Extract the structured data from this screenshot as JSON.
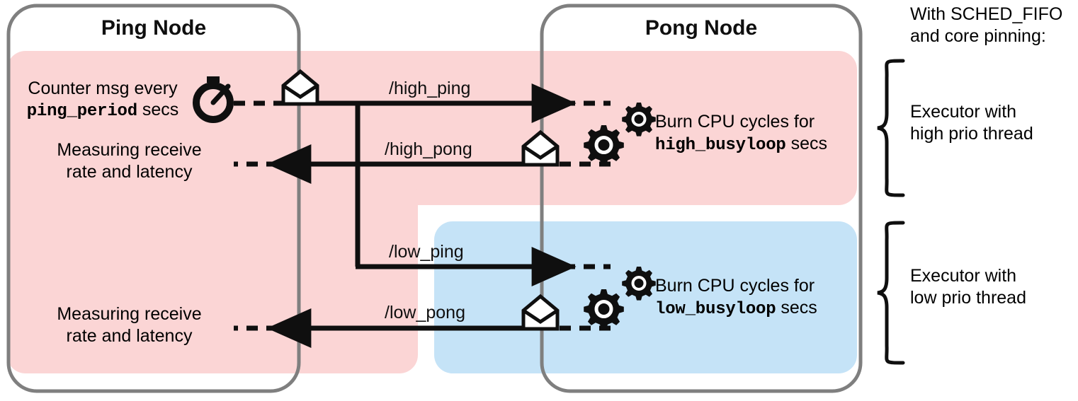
{
  "diagram": {
    "title_ping": "Ping Node",
    "title_pong": "Pong Node",
    "colors": {
      "high_prio_band": "#FBD5D5",
      "low_prio_band": "#C5E3F7",
      "node_border": "#7F7F7F",
      "ink": "#0F0F0F"
    }
  },
  "ping": {
    "counter_line1": "Counter msg every",
    "counter_param": "ping_period",
    "counter_suffix": " secs",
    "measure_high_line1": "Measuring receive",
    "measure_high_line2": "rate and latency",
    "measure_low_line1": "Measuring receive",
    "measure_low_line2": "rate and latency"
  },
  "topics": {
    "high_ping": "/high_ping",
    "high_pong": "/high_pong",
    "low_ping": "/low_ping",
    "low_pong": "/low_pong"
  },
  "pong": {
    "burn_high_line1": "Burn CPU cycles for",
    "burn_high_param": "high_busyloop",
    "burn_high_suffix": " secs",
    "burn_low_line1": "Burn CPU cycles for",
    "burn_low_param": "low_busyloop",
    "burn_low_suffix": " secs"
  },
  "legend": {
    "header_line1": "With SCHED_FIFO",
    "header_line2": "and core pinning:",
    "high_line1": "Executor with",
    "high_line2": "high prio thread",
    "low_line1": "Executor with",
    "low_line2": "low prio thread"
  },
  "icons": {
    "stopwatch": "stopwatch-icon",
    "envelope": "envelope-icon",
    "gears": "gears-icon",
    "brace": "curly-brace-icon"
  }
}
